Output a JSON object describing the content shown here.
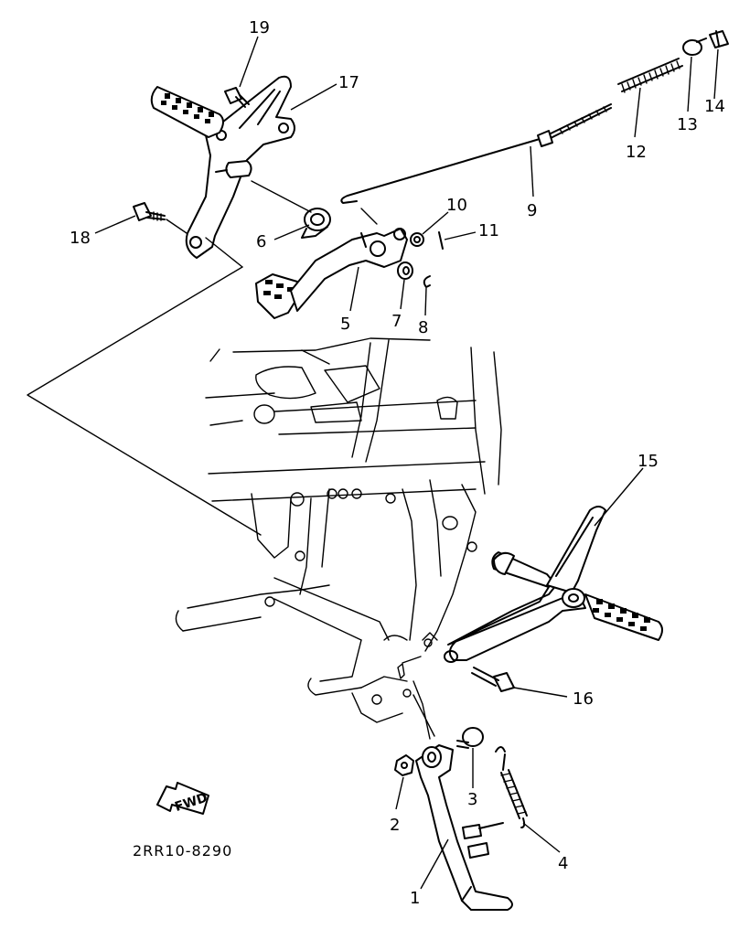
{
  "diagram": {
    "part_code": "2RR10-8290",
    "fwd_label": "FWD",
    "callouts": [
      "1",
      "2",
      "3",
      "4",
      "5",
      "6",
      "7",
      "8",
      "9",
      "10",
      "11",
      "12",
      "13",
      "14",
      "15",
      "16",
      "17",
      "18",
      "19"
    ]
  }
}
